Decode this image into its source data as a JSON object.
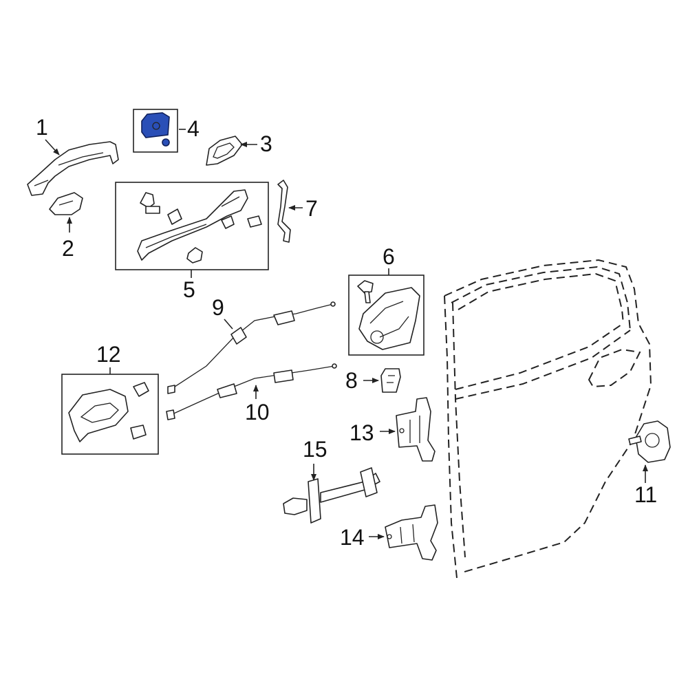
{
  "callouts": {
    "c1": "1",
    "c2": "2",
    "c3": "3",
    "c4": "4",
    "c5": "5",
    "c6": "6",
    "c7": "7",
    "c8": "8",
    "c9": "9",
    "c10": "10",
    "c11": "11",
    "c12": "12",
    "c13": "13",
    "c14": "14",
    "c15": "15"
  },
  "colors": {
    "highlight": "#2a4fb7",
    "line": "#222222",
    "background": "#ffffff"
  },
  "highlighted_part": "4"
}
